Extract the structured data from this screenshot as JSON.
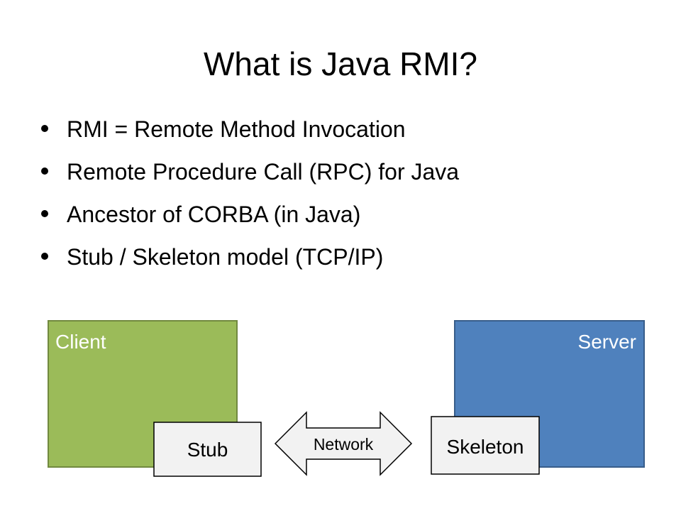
{
  "slide": {
    "title": "What is Java RMI?",
    "bullets": [
      "RMI = Remote Method Invocation",
      "Remote Procedure Call (RPC) for Java",
      "Ancestor of CORBA (in Java)",
      "Stub / Skeleton model (TCP/IP)"
    ]
  },
  "diagram": {
    "client_label": "Client",
    "server_label": "Server",
    "stub_label": "Stub",
    "skeleton_label": "Skeleton",
    "network_label": "Network"
  },
  "colors": {
    "client_fill": "#9bbb59",
    "client_stroke": "#71893f",
    "server_fill": "#4f81bd",
    "server_stroke": "#385d8a",
    "component_fill": "#f2f2f2",
    "component_stroke": "#000000",
    "box_label_text": "#ffffff"
  }
}
